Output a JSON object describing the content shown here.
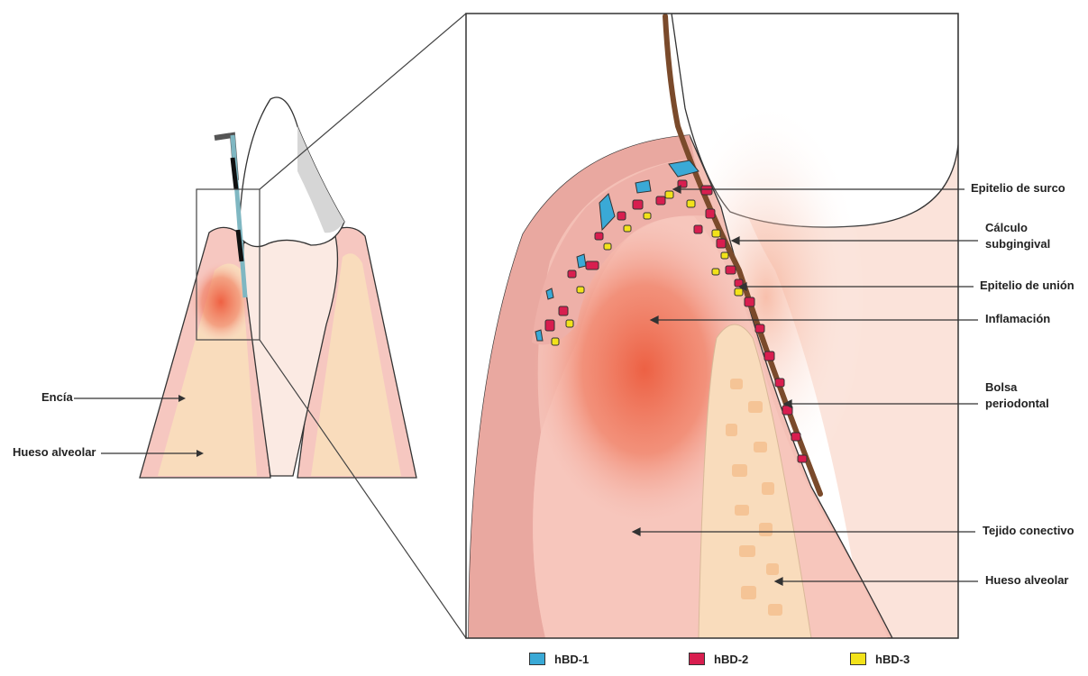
{
  "labels_left": {
    "encia": "Encía",
    "hueso_alveolar": "Hueso alveolar"
  },
  "labels_right": {
    "epitelio_surco": "Epitelio de surco",
    "calculo_1": "Cálculo",
    "calculo_2": "subgingival",
    "epitelio_union": "Epitelio de unión",
    "inflamacion": "Inflamación",
    "bolsa_1": "Bolsa",
    "bolsa_2": "periodontal",
    "tejido_conectivo": "Tejido conectivo",
    "hueso_alveolar": "Hueso alveolar"
  },
  "legend": [
    {
      "label": "hBD-1",
      "color": "#3aa9d6"
    },
    {
      "label": "hBD-2",
      "color": "#d81e4f"
    },
    {
      "label": "hBD-3",
      "color": "#f2e21a"
    }
  ],
  "colors": {
    "gum": "#f6c7c0",
    "gum_dark": "#e6a79f",
    "bone": "#f9dcbc",
    "inflammation": "#ef6a4d",
    "calculus": "#7a4a2b",
    "probe": "#7fb7c2"
  }
}
